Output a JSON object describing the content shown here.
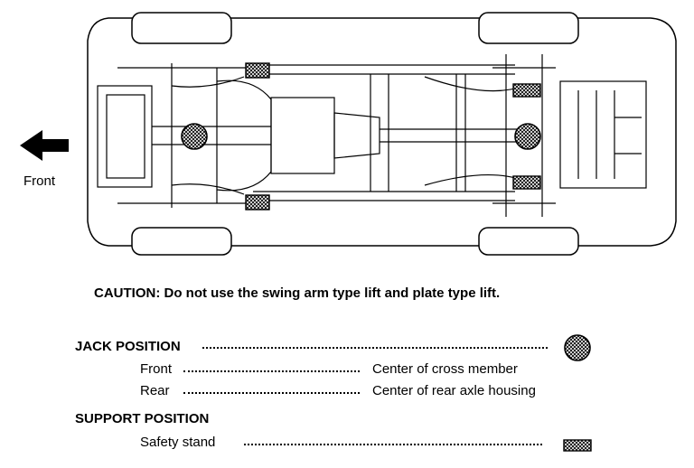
{
  "figure": {
    "direction_label": "Front",
    "caution": "CAUTION: Do not use the swing arm type lift and plate type lift."
  },
  "legend": {
    "jack_position": {
      "title": "JACK POSITION",
      "items": [
        {
          "label": "Front",
          "description": "Center of cross member"
        },
        {
          "label": "Rear",
          "description": "Center of rear axle housing"
        }
      ],
      "symbol": "circle-hatch"
    },
    "support_position": {
      "title": "SUPPORT POSITION",
      "items": [
        {
          "label": "Safety stand"
        }
      ],
      "symbol": "rect-hatch"
    }
  }
}
